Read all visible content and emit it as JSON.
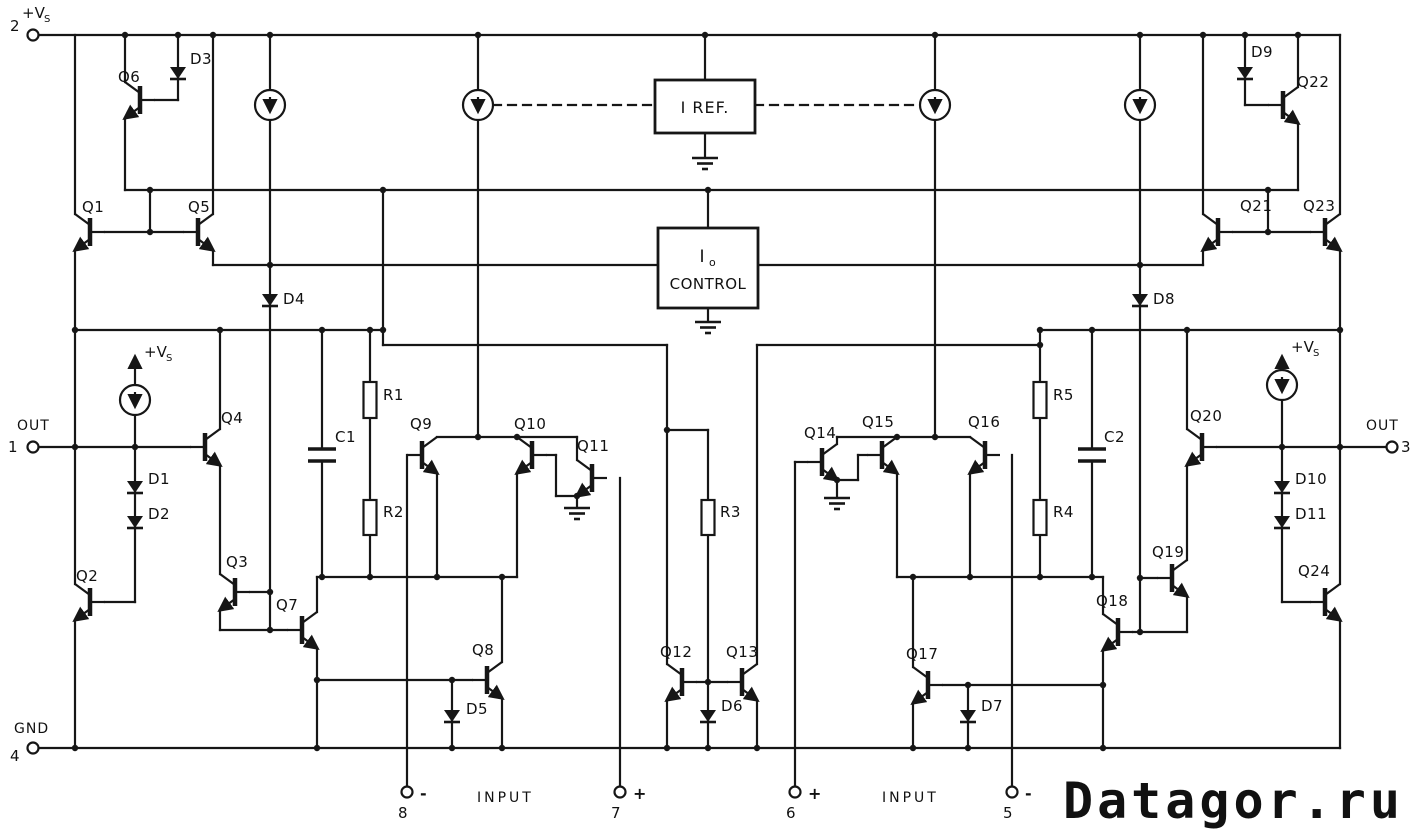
{
  "canvas": {
    "background": "#ffffff",
    "ink": "#161616"
  },
  "power": {
    "vs": "+V",
    "vs_sub": "S",
    "gnd": "GND"
  },
  "ports": {
    "out_left": "OUT",
    "out_right": "OUT",
    "input_left": "INPUT",
    "input_right": "INPUT"
  },
  "pins": {
    "p1": "1",
    "p2": "2",
    "p3": "3",
    "p4": "4",
    "p5": "5",
    "p6": "6",
    "p7": "7",
    "p8": "8",
    "sign_p5": "-",
    "sign_p6": "+",
    "sign_p7": "+",
    "sign_p8": "-"
  },
  "blocks": {
    "iref": "I REF.",
    "io_main": "I",
    "io_sub": "o",
    "io_caption": "CONTROL"
  },
  "transistors": {
    "q1": "Q1",
    "q2": "Q2",
    "q3": "Q3",
    "q4": "Q4",
    "q5": "Q5",
    "q6": "Q6",
    "q7": "Q7",
    "q8": "Q8",
    "q9": "Q9",
    "q10": "Q10",
    "q11": "Q11",
    "q12": "Q12",
    "q13": "Q13",
    "q14": "Q14",
    "q15": "Q15",
    "q16": "Q16",
    "q17": "Q17",
    "q18": "Q18",
    "q19": "Q19",
    "q20": "Q20",
    "q21": "Q21",
    "q22": "Q22",
    "q23": "Q23",
    "q24": "Q24"
  },
  "diodes": {
    "d1": "D1",
    "d2": "D2",
    "d3": "D3",
    "d4": "D4",
    "d5": "D5",
    "d6": "D6",
    "d7": "D7",
    "d8": "D8",
    "d9": "D9",
    "d10": "D10",
    "d11": "D11"
  },
  "resistors": {
    "r1": "R1",
    "r2": "R2",
    "r3": "R3",
    "r4": "R4",
    "r5": "R5"
  },
  "capacitors": {
    "c1": "C1",
    "c2": "C2"
  },
  "watermark": {
    "text": "Datagor.ru",
    "color": "#8e8e8e"
  }
}
